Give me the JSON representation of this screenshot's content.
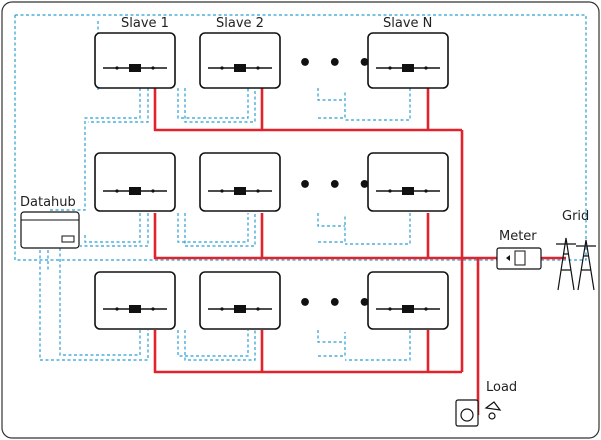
{
  "labels": {
    "slave1": "Slave 1",
    "slave2": "Slave 2",
    "slaveN": "Slave N",
    "datahub": "Datahub",
    "meter": "Meter",
    "grid": "Grid",
    "load": "Load"
  },
  "ellipsis": "• • •",
  "colors": {
    "communication": "#2a9fd6",
    "power": "#e3232c",
    "outline": "#111111"
  }
}
